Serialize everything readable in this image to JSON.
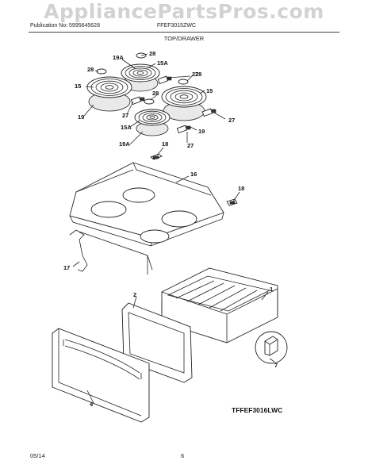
{
  "watermark": "AppliancePartsPros.com",
  "header": {
    "publication": "Publication No: 5995645628",
    "model": "FFEF3015ZWC"
  },
  "section_title": "TOP/DRAWER",
  "callouts": {
    "p1": "1",
    "p2": "2",
    "p4": "4",
    "p7": "7",
    "p15a": "15",
    "p15b": "15",
    "p15Aa": "15A",
    "p15Ab": "15A",
    "p16": "16",
    "p17": "17",
    "p18a": "18",
    "p18b": "18",
    "p19a": "19",
    "p19b": "19",
    "p19Aa": "19A",
    "p19Ab": "19A",
    "p27a": "27",
    "p27b": "27",
    "p27c": "27",
    "p27d": "27",
    "p28a": "28",
    "p28b": "28",
    "p28c": "28",
    "p28d": "28"
  },
  "diagram_code": "TFFEF3016LWC",
  "footer": {
    "date": "05/14",
    "page": "6"
  }
}
